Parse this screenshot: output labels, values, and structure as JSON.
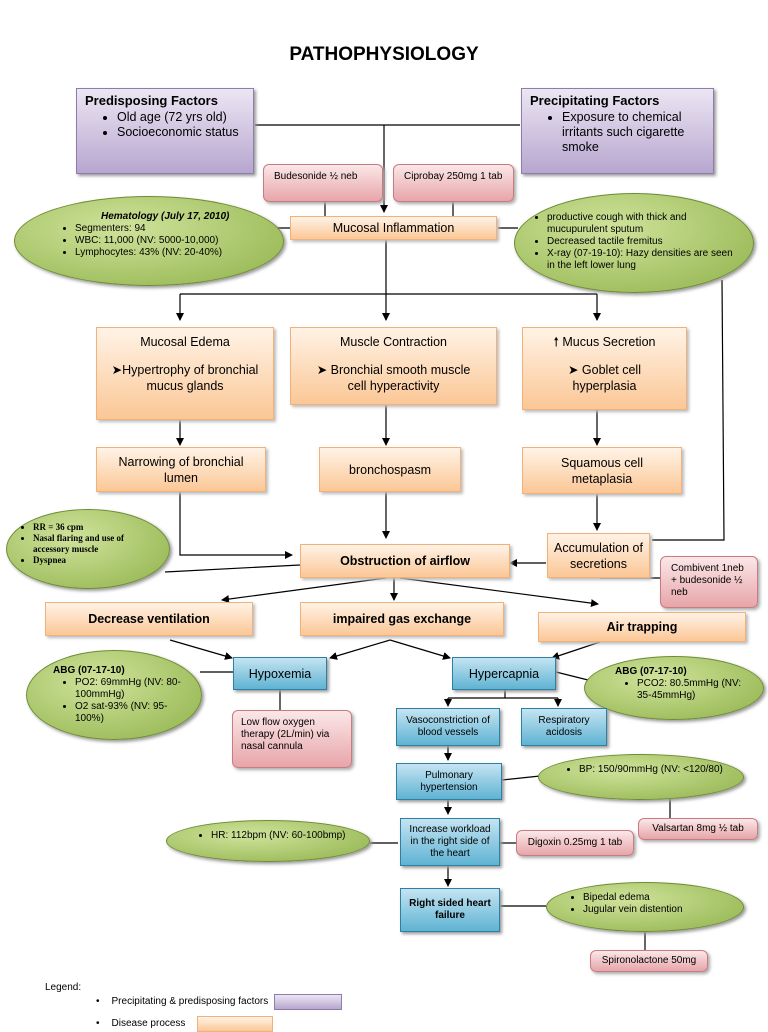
{
  "title": "PATHOPHYSIOLOGY",
  "predisposing": {
    "heading": "Predisposing Factors",
    "items": [
      "Old age (72 yrs old)",
      "Socioeconomic status"
    ]
  },
  "precipitating": {
    "heading": "Precipitating Factors",
    "items": [
      "Exposure to chemical irritants such cigarette smoke"
    ]
  },
  "meds": {
    "budesonide": "Budesonide ½ neb",
    "ciprobay": "Ciprobay 250mg 1 tab",
    "combivent": "Combivent 1neb + budesonide ½ neb",
    "oxygen": "Low flow oxygen therapy (2L/min) via nasal cannula",
    "digoxin": "Digoxin 0.25mg 1 tab",
    "valsartan": "Valsartan 8mg ½ tab",
    "spironolactone": "Spironolactone 50mg"
  },
  "findings": {
    "hematology": {
      "heading": "Hematology (July 17, 2010)",
      "items": [
        "Segmenters: 94",
        "WBC: 11,000 (NV: 5000-10,000)",
        "Lymphocytes: 43% (NV: 20-40%)"
      ]
    },
    "cough": {
      "items": [
        "productive cough with thick and mucupurulent sputum",
        "Decreased tactile fremitus",
        "X-ray (07-19-10): Hazy densities are seen in the left lower lung"
      ]
    },
    "resp": {
      "items": [
        "RR = 36 cpm",
        "Nasal flaring and use of accessory muscle",
        "Dyspnea"
      ]
    },
    "abg1": {
      "heading": "ABG (07-17-10)",
      "items": [
        "PO2: 69mmHg (NV: 80-100mmHg)",
        "O2 sat-93% (NV: 95-100%)"
      ]
    },
    "abg2": {
      "heading": "ABG (07-17-10)",
      "items": [
        "PCO2: 80.5mmHg (NV: 35-45mmHg)"
      ]
    },
    "bp": {
      "items": [
        "BP: 150/90mmHg (NV: <120/80)"
      ]
    },
    "hr": {
      "items": [
        "HR: 112bpm (NV: 60-100bmp)"
      ]
    },
    "edema": {
      "items": [
        "Bipedal edema",
        "Jugular vein distention"
      ]
    }
  },
  "process": {
    "mucosal_inflammation": "Mucosal Inflammation",
    "mucosal_edema": {
      "title": "Mucosal Edema",
      "detail": "➤Hypertrophy of bronchial mucus glands"
    },
    "muscle_contraction": {
      "title": "Muscle Contraction",
      "detail": "➤  Bronchial smooth muscle cell hyperactivity"
    },
    "mucus_secretion": {
      "title": "Mucus Secretion",
      "detail": "➤  Goblet cell hyperplasia"
    },
    "narrowing": "Narrowing of bronchial lumen",
    "bronchospasm": "bronchospasm",
    "squamous": "Squamous cell metaplasia",
    "obstruction": "Obstruction of airflow",
    "accumulation": "Accumulation of secretions",
    "decrease_ventilation": "Decrease ventilation",
    "impaired_gas": "impaired gas exchange",
    "air_trapping": "Air trapping"
  },
  "complications": {
    "hypoxemia": "Hypoxemia",
    "hypercapnia": "Hypercapnia",
    "vasoconstriction": "Vasoconstriction of blood vessels",
    "resp_acidosis": "Respiratory acidosis",
    "pulm_htn": "Pulmonary hypertension",
    "workload": "Increase workload in the right side of the heart",
    "rshf": "Right sided heart failure"
  },
  "legend": {
    "title": "Legend:",
    "items": [
      "Precipitating & predisposing factors",
      "Disease process"
    ]
  },
  "colors": {
    "purple": "#b7a6cf",
    "orange": "#fbc796",
    "pink": "#e7a5a9",
    "green": "#8fb24a",
    "blue": "#5fb3d3"
  }
}
